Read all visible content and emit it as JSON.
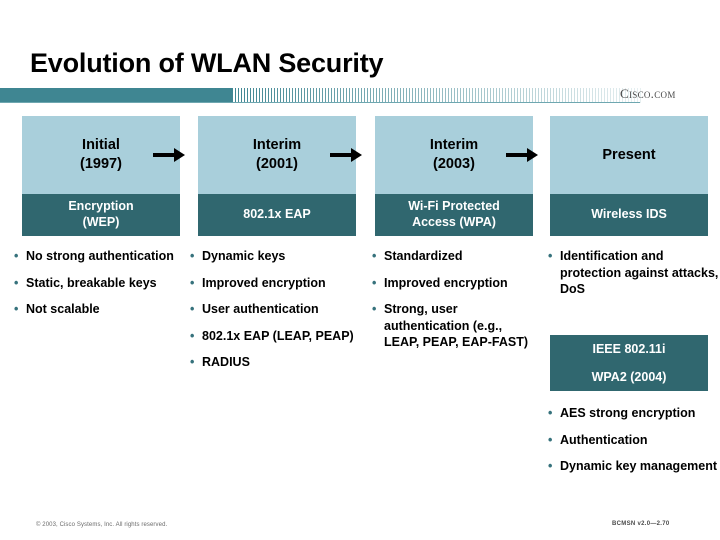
{
  "slide": {
    "title": "Evolution of WLAN Security",
    "brand": "Cisco.com",
    "colors": {
      "band_teal": "#3f8692",
      "era_head_blue": "#a9cfdb",
      "era_tech_teal": "#30676f",
      "bullet_dot": "#36727c"
    }
  },
  "timeline": {
    "columns": [
      {
        "era": "Initial\n(1997)",
        "era_line1": "Initial",
        "era_line2": "(1997)",
        "technology": "Encryption\n(WEP)",
        "tech_line1": "Encryption",
        "tech_line2": "(WEP)",
        "bullets": [
          "No strong authentication",
          "Static, breakable keys",
          "Not scalable"
        ]
      },
      {
        "era": "Interim\n(2001)",
        "era_line1": "Interim",
        "era_line2": "(2001)",
        "technology": "802.1x  EAP",
        "tech_line1": "802.1x  EAP",
        "tech_line2": "",
        "bullets": [
          "Dynamic keys",
          "Improved encryption",
          "User authentication",
          "802.1x EAP (LEAP, PEAP)",
          "RADIUS"
        ]
      },
      {
        "era": "Interim\n(2003)",
        "era_line1": "Interim",
        "era_line2": "(2003)",
        "technology": "Wi-Fi Protected Access (WPA)",
        "tech_line1": "Wi-Fi Protected",
        "tech_line2": "Access (WPA)",
        "bullets": [
          "Standardized",
          "Improved encryption",
          "Strong, user authentication (e.g., LEAP, PEAP, EAP-FAST)"
        ]
      },
      {
        "era": "Present",
        "era_line1": "Present",
        "era_line2": "",
        "technology": "Wireless IDS",
        "tech_line1": "Wireless IDS",
        "tech_line2": "",
        "bullets": [
          "Identification and protection against attacks, DoS"
        ],
        "callouts": [
          "IEEE 802.11i",
          "WPA2 (2004)"
        ],
        "bullets_after_callouts": [
          "AES strong encryption",
          "Authentication",
          "Dynamic key management"
        ]
      }
    ],
    "arrow_glyph": "arrow-right"
  },
  "footer": {
    "copyright": "© 2003, Cisco Systems, Inc. All rights reserved.",
    "course_id": "BCMSN v2.0—2.70"
  },
  "bullet_marker": "•"
}
